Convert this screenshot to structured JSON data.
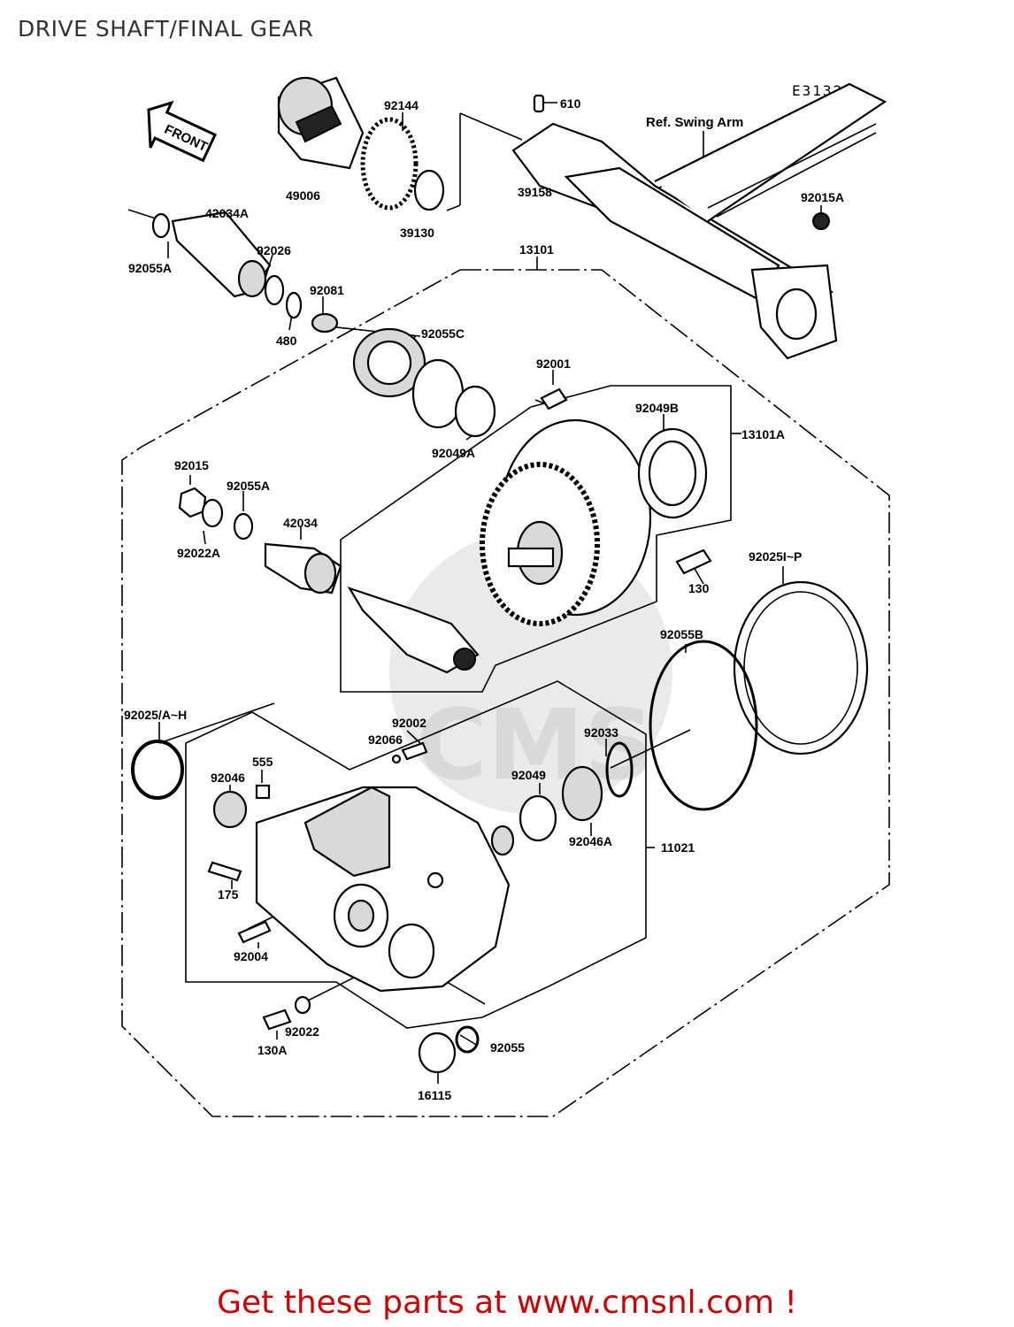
{
  "page": {
    "title": "DRIVE SHAFT/FINAL GEAR",
    "diagram_code": "E3132",
    "footer": "Get these parts at www.cmsnl.com !"
  },
  "arrow": {
    "label": "FRONT"
  },
  "reference": {
    "label": "Ref. Swing Arm"
  },
  "parts": [
    "610",
    "92144",
    "49006",
    "39130",
    "39158",
    "92015A",
    "42034A",
    "92026",
    "92055A",
    "92081",
    "480",
    "13101",
    "92055C",
    "92001",
    "92049B",
    "13101A",
    "92049A",
    "92015",
    "92055A",
    "92022A",
    "42034",
    "92025I~P",
    "130",
    "92055B",
    "92025/A~H",
    "92002",
    "92066",
    "92033",
    "555",
    "92046",
    "92049",
    "92046A",
    "11021",
    "175",
    "92004",
    "92022",
    "130A",
    "92055",
    "16115"
  ]
}
